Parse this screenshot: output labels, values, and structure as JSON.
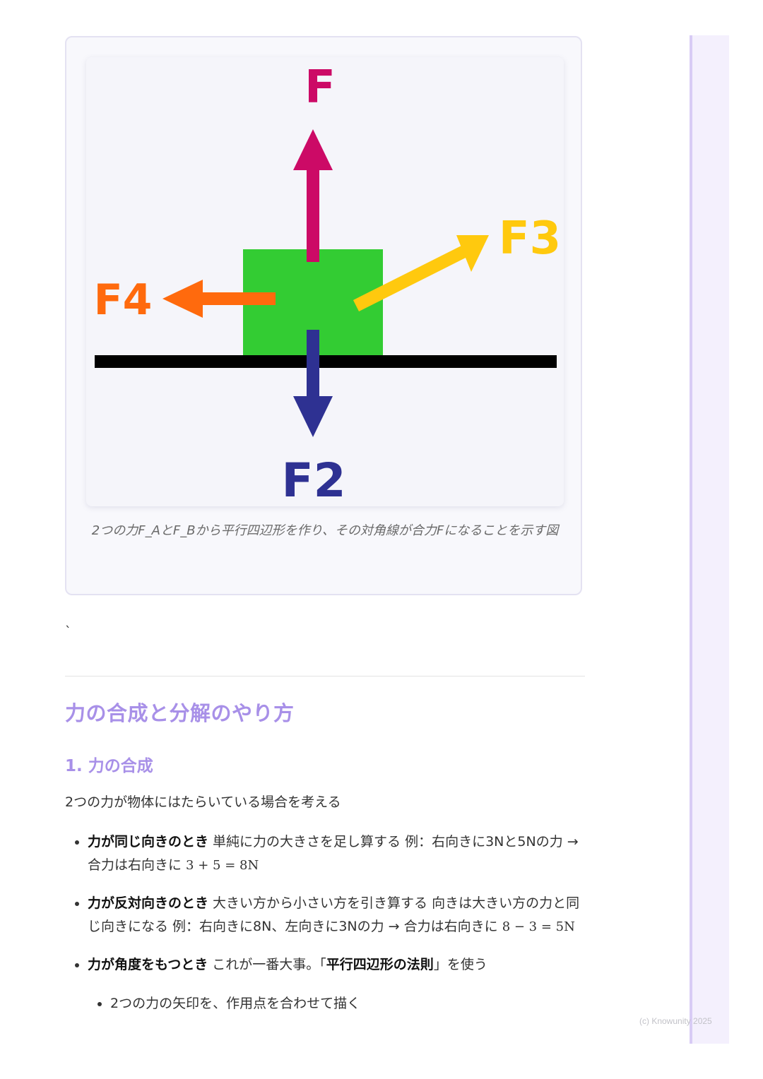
{
  "figure": {
    "labels": {
      "up": "F",
      "down": "F2",
      "right": "F3",
      "left": "F4"
    },
    "colors": {
      "block": "#33cc33",
      "ground": "#000000",
      "up_arrow": "#cc0a66",
      "down_arrow": "#2e3192",
      "right_arrow": "#ffc90e",
      "left_arrow": "#ff6a0d"
    },
    "caption": "2つの力F_AとF_Bから平行四辺形を作り、その対角線が合力Fになることを示す図"
  },
  "stray_text": "`",
  "section": {
    "title": "力の合成と分解のやり方",
    "subtitle": "1. 力の合成",
    "intro": "2つの力が物体にはたらいている場合を考える",
    "items": [
      {
        "bold": "力が同じ向きのとき",
        "text": " 単純に力の大きさを足し算する 例：右向きに3Nと5Nの力 → 合力は右向きに ",
        "math": "3 + 5 = 8N"
      },
      {
        "bold": "力が反対向きのとき",
        "text": " 大きい方から小さい方を引き算する 向きは大きい方の力と同じ向きになる 例：右向きに8N、左向きに3Nの力 → 合力は右向きに ",
        "math": "8 − 3 = 5N"
      },
      {
        "bold": "力が角度をもつとき",
        "text": " これが一番大事。「",
        "bold2": "平行四辺形の法則",
        "text2": "」を使う",
        "sub": "2つの力の矢印を、作用点を合わせて描く"
      }
    ]
  },
  "watermark": "(c) Knowunity 2025"
}
